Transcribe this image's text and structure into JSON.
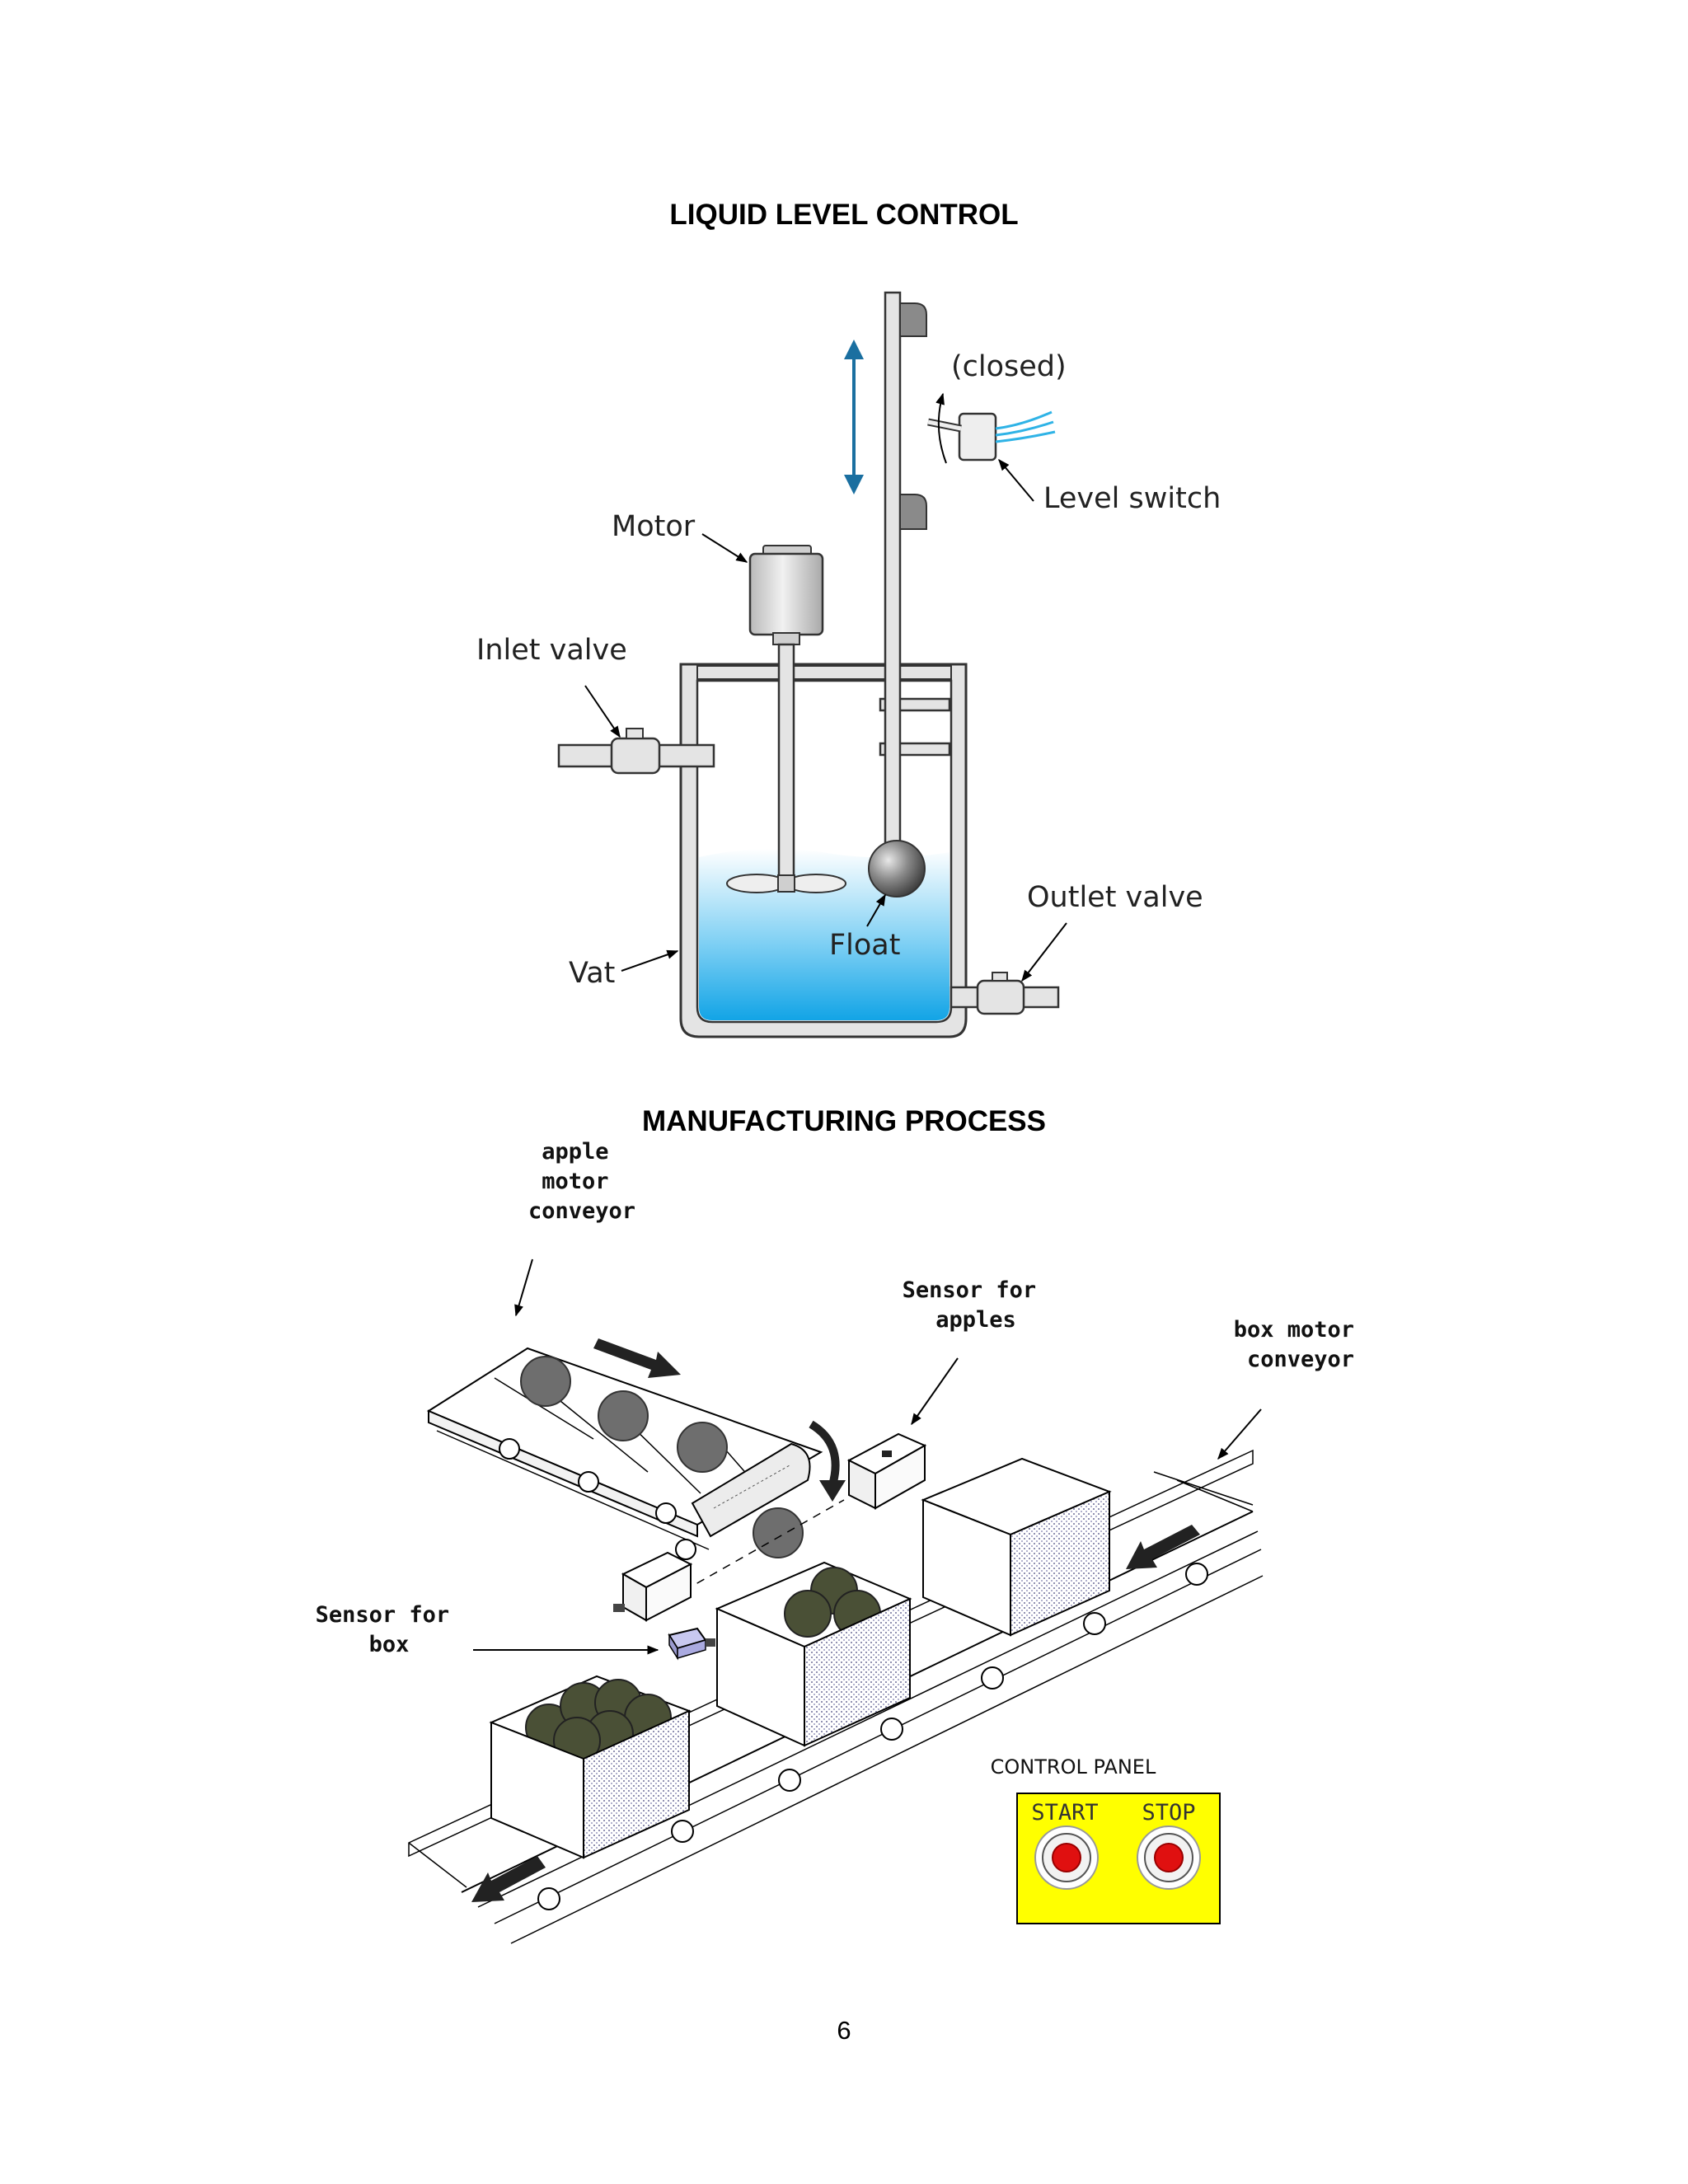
{
  "liquid_level": {
    "title": "LIQUID LEVEL CONTROL",
    "labels": {
      "closed": "(closed)",
      "level_switch": "Level switch",
      "motor": "Motor",
      "inlet_valve": "Inlet valve",
      "outlet_valve": "Outlet valve",
      "float": "Float",
      "vat": "Vat"
    }
  },
  "manufacturing": {
    "title": "MANUFACTURING PROCESS",
    "labels": {
      "apple_conveyor": [
        "apple",
        "motor",
        "conveyor"
      ],
      "sensor_apples": [
        "Sensor for",
        "apples"
      ],
      "box_conveyor": [
        "box motor",
        "conveyor"
      ],
      "sensor_box": [
        "Sensor for",
        "box"
      ]
    },
    "control_panel": {
      "title": "CONTROL  PANEL",
      "start": "START",
      "stop": "STOP"
    }
  },
  "page_number": "6",
  "colors": {
    "water": "#1aa6e6",
    "arrow": "#1a6fa0",
    "panel": "#ffff00",
    "button": "#e01010",
    "apple": "#6e6e6e",
    "boxed_apple": "#4a5036"
  }
}
